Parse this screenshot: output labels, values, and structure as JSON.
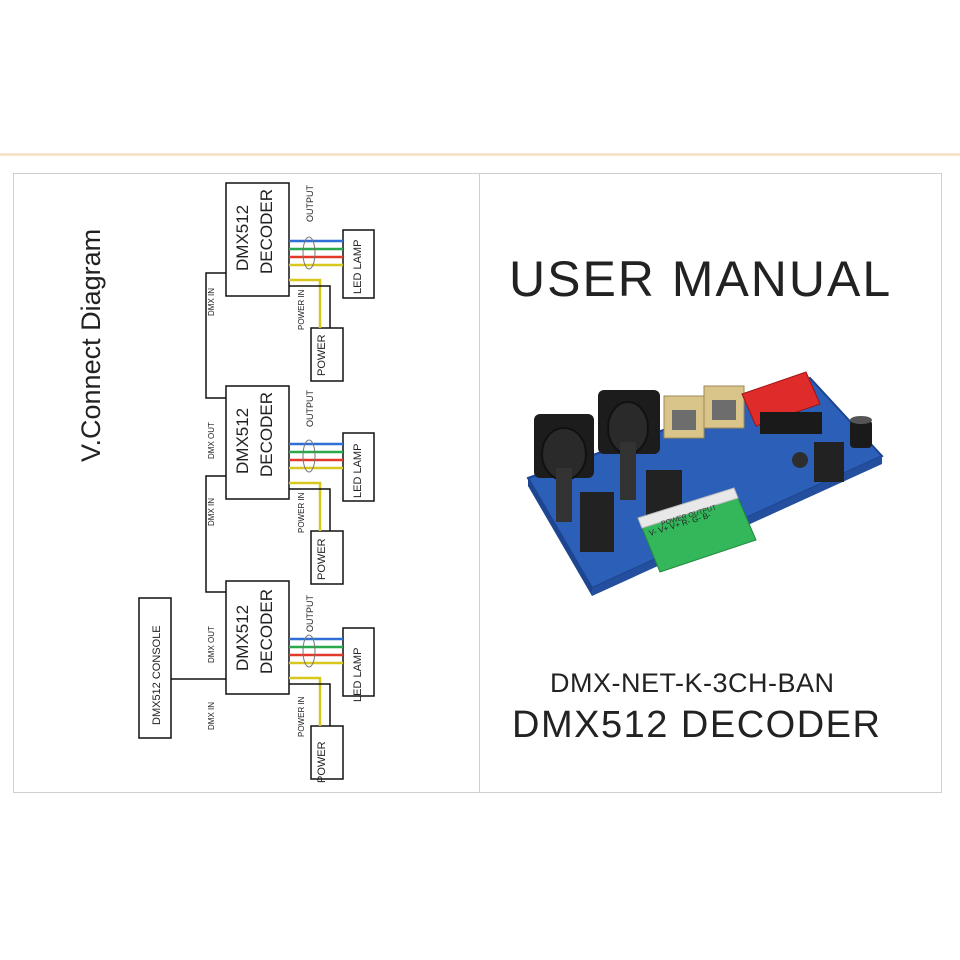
{
  "left_page": {
    "heading": "V.Connect Diagram",
    "console_label": "DMX512 CONSOLE",
    "decoders": [
      {
        "line1": "DMX512",
        "line2": "DECODER",
        "in_label": "DMX IN",
        "out_label": "",
        "output_label": "OUTPUT",
        "power_in_label": "POWER IN",
        "lamp_label": "LED LAMP",
        "power_label": "POWER"
      },
      {
        "line1": "DMX512",
        "line2": "DECODER",
        "in_label": "DMX IN",
        "out_label": "DMX OUT",
        "output_label": "OUTPUT",
        "power_in_label": "POWER IN",
        "lamp_label": "LED LAMP",
        "power_label": "POWER"
      },
      {
        "line1": "DMX512",
        "line2": "DECODER",
        "in_label": "DMX IN",
        "out_label": "DMX OUT",
        "output_label": "OUTPUT",
        "power_in_label": "POWER IN",
        "lamp_label": "LED LAMP",
        "power_label": "POWER"
      }
    ],
    "wire_colors": [
      "#2f6fd6",
      "#2aa84a",
      "#e23a2a",
      "#d8c81e"
    ]
  },
  "right_page": {
    "title": "USER MANUAL",
    "model": "DMX-NET-K-3CH-BAN",
    "product": "DMX512 DECODER",
    "terminal_header": "POWER OUTPUT",
    "terminal_pins": "V- V+ V+ R- G- B-"
  },
  "colors": {
    "board": "#2b5fb8",
    "terminal": "#33b75a",
    "dip_switch": "#e02b2b",
    "rj45": "#d9c58a"
  }
}
